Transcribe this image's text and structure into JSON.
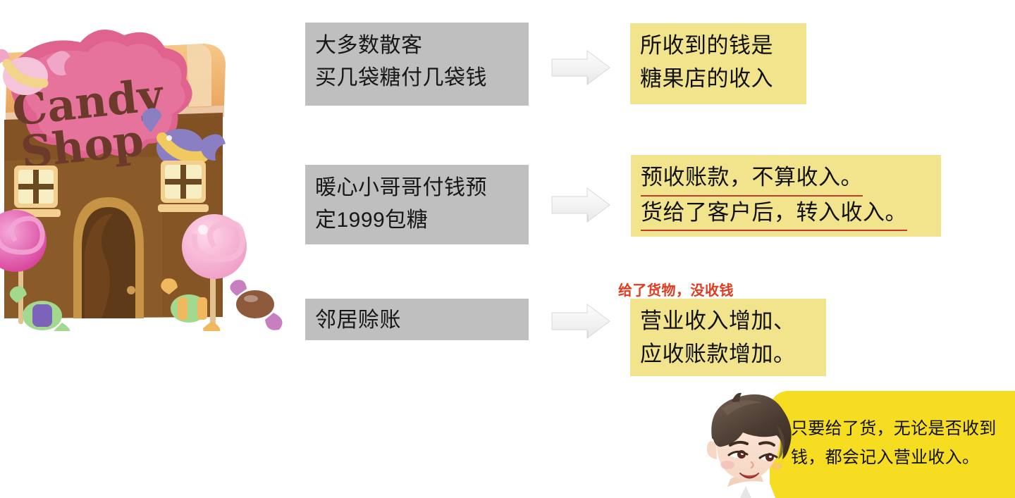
{
  "slide": {
    "background_color": "#ffffff",
    "gray_box_color": "#bfbfbf",
    "yellow_box_color": "#f2e48c",
    "callout_color": "#f7dd22",
    "red_note_color": "#e03c1f",
    "underline_color": "#c0392b"
  },
  "illustration": {
    "name": "candy-shop-illustration",
    "sign_line1": "Candy",
    "sign_line2": "Shop"
  },
  "rows": [
    {
      "id": "row-1",
      "cause_lines": [
        "大多数散客",
        "买几袋糖付几袋钱"
      ],
      "arrow": "right-arrow",
      "effect_lines": [
        "所收到的钱是",
        "糖果店的收入"
      ],
      "effect_underlined": [
        false,
        false
      ],
      "note": ""
    },
    {
      "id": "row-2",
      "cause_lines": [
        "暖心小哥哥付钱预",
        "定1999包糖"
      ],
      "arrow": "right-arrow",
      "effect_lines": [
        "预收账款，不算收入。",
        "货给了客户后，转入收入。"
      ],
      "effect_underlined": [
        true,
        true
      ],
      "note": ""
    },
    {
      "id": "row-3",
      "cause_lines": [
        "邻居赊账"
      ],
      "arrow": "right-arrow",
      "effect_lines": [
        "营业收入增加、",
        "应收账款增加。"
      ],
      "effect_underlined": [
        false,
        false
      ],
      "note": "给了货物，没收钱"
    }
  ],
  "callout": {
    "speaker": "boy-avatar",
    "lines": [
      "只要给了货，无论是否收到",
      "钱，都会记入营业收入。"
    ]
  }
}
